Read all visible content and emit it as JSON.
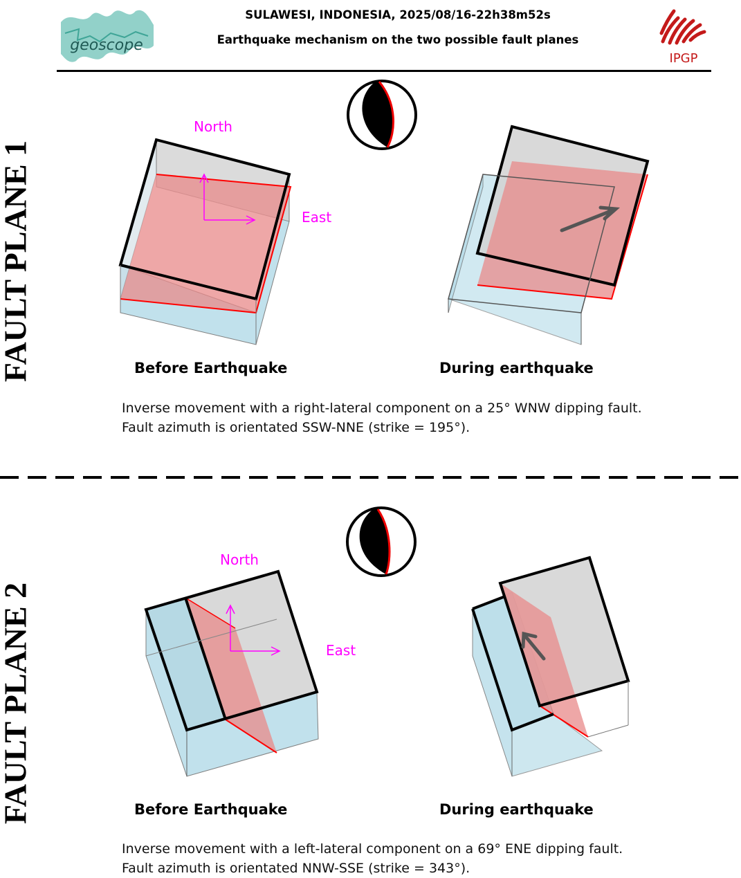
{
  "header": {
    "title": "SULAWESI, INDONESIA, 2025/08/16-22h38m52s",
    "subtitle": "Earthquake mechanism on the two possible fault planes",
    "logo_left_text": "geoscope",
    "logo_right_text": "IPGP"
  },
  "colors": {
    "fault_plane": "#e88a8a",
    "fault_edge": "#ff0000",
    "block_side": "#add8e6",
    "block_top": "#d3d3d3",
    "direction_label": "#ff00ff",
    "slip_arrow": "#555555"
  },
  "panels": [
    {
      "side_label": "FAULT PLANE 1",
      "north_label": "North",
      "east_label": "East",
      "before_label": "Before Earthquake",
      "during_label": "During earthquake",
      "description_line1": "Inverse movement with a right-lateral component on a 25° WNW dipping fault.",
      "description_line2": "Fault azimuth is orientated SSW-NNE (strike = 195°)."
    },
    {
      "side_label": "FAULT PLANE 2",
      "north_label": "North",
      "east_label": "East",
      "before_label": "Before Earthquake",
      "during_label": "During earthquake",
      "description_line1": "Inverse movement with a left-lateral component on a 69° ENE dipping fault.",
      "description_line2": "Fault azimuth is orientated NNW-SSE (strike = 343°)."
    }
  ]
}
